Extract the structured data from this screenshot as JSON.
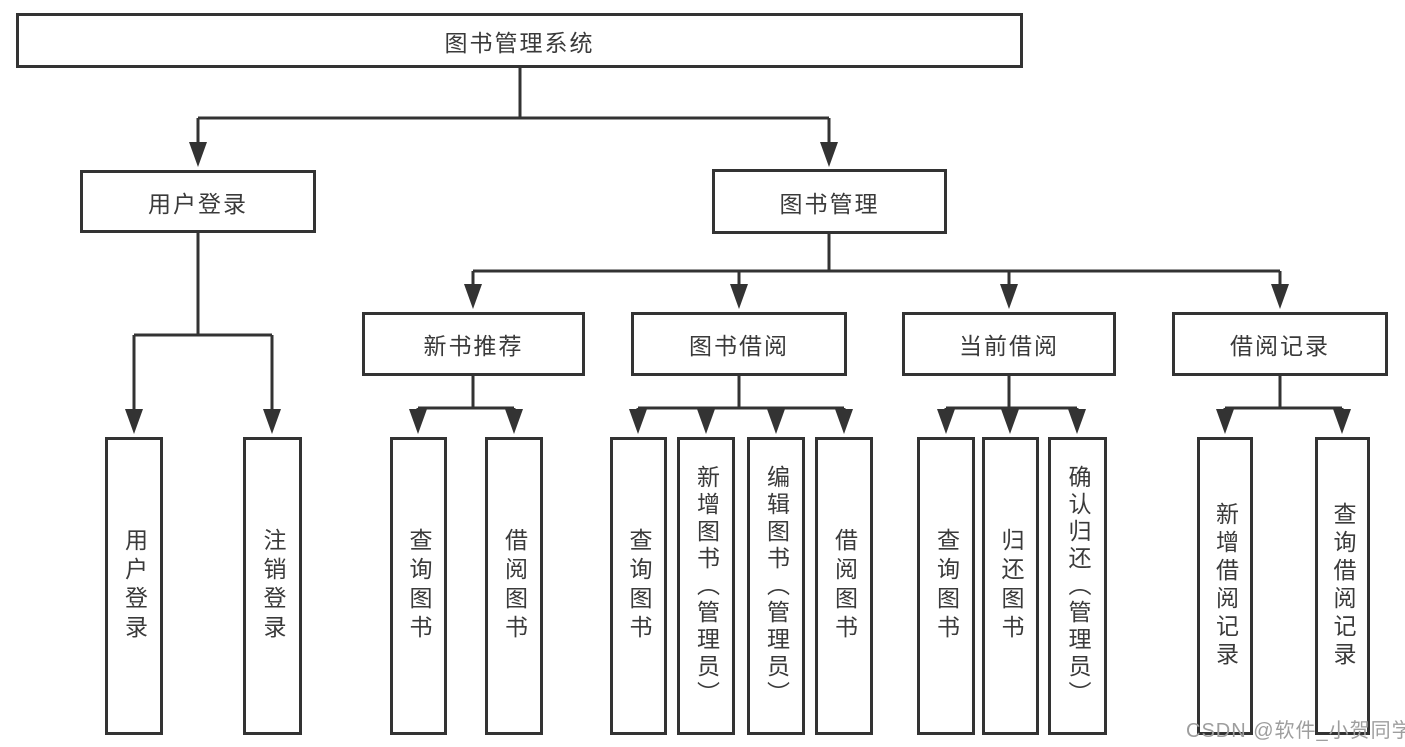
{
  "diagram": {
    "background": "#ffffff",
    "line_color": "#333333",
    "text_color": "#3a3a3a",
    "nodes": {
      "root": "图书管理系统",
      "user_login": "用户登录",
      "book_management": "图书管理",
      "new_book_recommend": "新书推荐",
      "book_borrowing": "图书借阅",
      "current_borrowing": "当前借阅",
      "borrowing_records": "借阅记录",
      "leaf_user_login": "用户登录",
      "leaf_logout": "注销登录",
      "leaf_query_books_recommend": "查询图书",
      "leaf_borrow_books_recommend": "借阅图书",
      "leaf_query_books_borrowing": "查询图书",
      "leaf_add_books_admin": "新增图书（管理员）",
      "leaf_edit_books_admin": "编辑图书（管理员）",
      "leaf_borrow_books_borrowing": "借阅图书",
      "leaf_query_books_current": "查询图书",
      "leaf_return_books": "归还图书",
      "leaf_confirm_return_admin": "确认归还（管理员）",
      "leaf_add_borrow_record": "新增借阅记录",
      "leaf_query_borrow_record": "查询借阅记录"
    },
    "hierarchy": {
      "图书管理系统": {
        "用户登录": [
          "用户登录",
          "注销登录"
        ],
        "图书管理": {
          "新书推荐": [
            "查询图书",
            "借阅图书"
          ],
          "图书借阅": [
            "查询图书",
            "新增图书（管理员）",
            "编辑图书（管理员）",
            "借阅图书"
          ],
          "当前借阅": [
            "查询图书",
            "归还图书",
            "确认归还（管理员）"
          ],
          "借阅记录": [
            "新增借阅记录",
            "查询借阅记录"
          ]
        }
      }
    },
    "watermark": {
      "text": "CSDN @软件_小贺同学",
      "color": "#9e9e9e"
    }
  }
}
